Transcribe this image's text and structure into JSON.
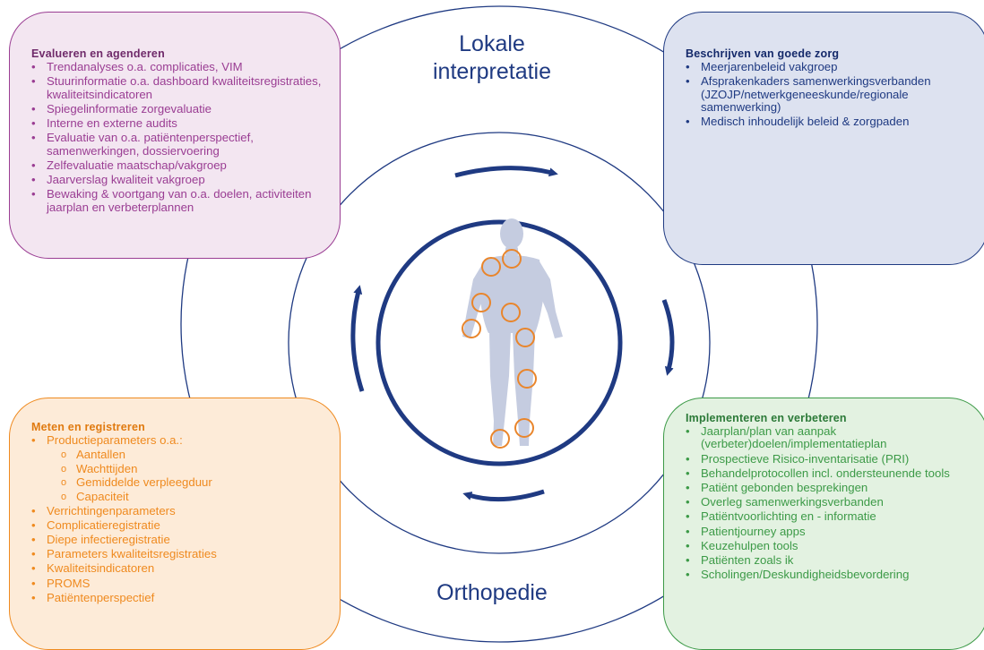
{
  "center": {
    "top_title": "Lokale interpretatie",
    "bottom_title": "Orthopedie"
  },
  "colors": {
    "navy": "#1f3a82",
    "purple": "#9a3d93",
    "orange": "#ef8a1f",
    "green": "#3c9a47",
    "body_figure": "#c5cce0"
  },
  "icons": {
    "cycle_arrows": "curved-arrow-icon",
    "body": "human-body-icon",
    "joints": "joint-marker-icon"
  },
  "boxes": {
    "evaluate": {
      "title": "Evalueren en agenderen",
      "items": [
        "Trendanalyses o.a. complicaties, VIM",
        "Stuurinformatie o.a. dashboard kwaliteitsregistraties, kwaliteitsindicatoren",
        "Spiegelinformatie zorgevaluatie",
        "Interne en externe audits",
        "Evaluatie van o.a. patiëntenperspectief, samenwerkingen, dossiervoering",
        "Zelfevaluatie maatschap/vakgroep",
        "Jaarverslag kwaliteit vakgroep",
        "Bewaking & voortgang van o.a. doelen, activiteiten jaarplan en verbeterplannen"
      ]
    },
    "describe": {
      "title": "Beschrijven van goede zorg",
      "items": [
        "Meerjarenbeleid vakgroep",
        "Afsprakenkaders samenwerkingsverbanden (JZOJP/netwerkgeneeskunde/regionale samenwerking)",
        "Medisch inhoudelijk beleid & zorgpaden"
      ]
    },
    "measure": {
      "title": "Meten en registreren",
      "items": [
        "Productieparameters o.a.:",
        "Aantallen",
        "Wachttijden",
        "Gemiddelde verpleegduur",
        "Capaciteit",
        "Verrichtingenparameters",
        "Complicatieregistratie",
        "Diepe infectieregistratie",
        "Parameters kwaliteitsregistraties",
        "Kwaliteitsindicatoren",
        "PROMS",
        "Patiëntenperspectief"
      ]
    },
    "implement": {
      "title": "Implementeren en verbeteren",
      "items": [
        "Jaarplan/plan van aanpak (verbeter)doelen/implementatieplan",
        "Prospectieve Risico-inventarisatie (PRI)",
        "Behandelprotocollen incl. ondersteunende tools",
        "Patiënt gebonden besprekingen",
        "Overleg samenwerkingsverbanden",
        "Patiëntvoorlichting en - informatie",
        "Patientjourney apps",
        "Keuzehulpen tools",
        "Patiënten zoals ik",
        "Scholingen/Deskundigheidsbevordering"
      ]
    }
  }
}
